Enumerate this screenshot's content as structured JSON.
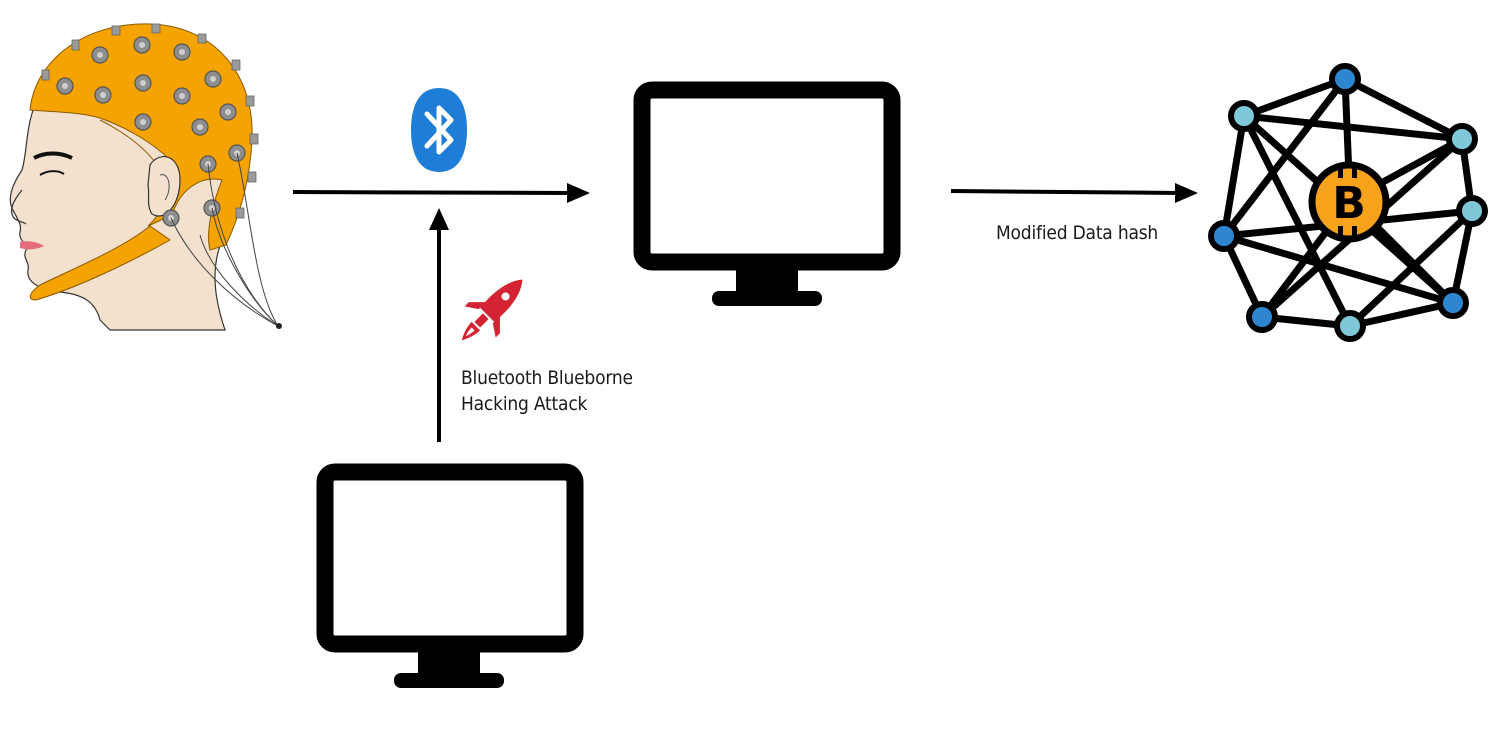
{
  "labels": {
    "modified_data_hash": "Modified Data hash",
    "attack_line1": "Bluetooth Blueborne",
    "attack_line2": "Hacking Attack"
  },
  "icons": {
    "eeg_headset": "eeg-headset-icon",
    "bluetooth": "bluetooth-icon",
    "rocket": "rocket-icon",
    "monitor": "monitor-icon",
    "blockchain": "blockchain-network-icon",
    "bitcoin": "bitcoin-icon"
  },
  "colors": {
    "cap_orange": "#F5A300",
    "skin": "#F3E1CE",
    "bluetooth_blue": "#1E7DD6",
    "rocket_red": "#D42332",
    "bitcoin_orange": "#F7A21B",
    "node_dark_blue": "#2E86D0",
    "node_light_blue": "#7EC8DA",
    "line_black": "#000000"
  }
}
